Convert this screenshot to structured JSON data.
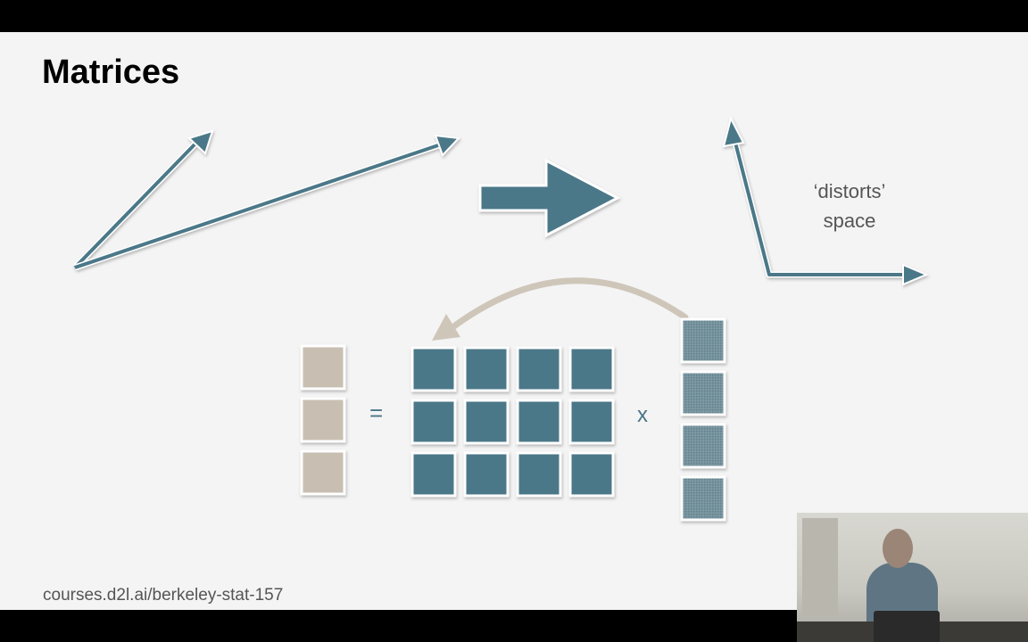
{
  "slide": {
    "title": "Matrices",
    "caption": "courses.d2l.ai/berkeley-stat-157",
    "annotation_line1": "‘distorts’",
    "annotation_line2": "space",
    "equals_sign": "=",
    "times_sign": "x"
  },
  "colors": {
    "vector_blue": "#4b7888",
    "output_tan": "#c8bfb2",
    "slide_background": "#f4f4f4",
    "curved_arrow": "#cfc6ba"
  },
  "diagram": {
    "output_vector_cells": 3,
    "matrix_rows": 3,
    "matrix_cols": 4,
    "input_vector_cells": 4
  }
}
